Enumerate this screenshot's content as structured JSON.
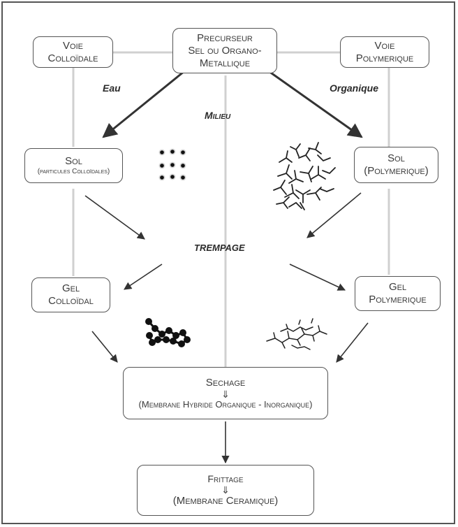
{
  "boxes": {
    "precursor": [
      "Precurseur",
      "Sel ou Organo-",
      "Metallique"
    ],
    "voie_colloidale": [
      "Voie",
      "Colloïdale"
    ],
    "voie_polymerique": [
      "Voie",
      "Polymerique"
    ],
    "sol_colloidal": [
      "Sol",
      "(particules Colloïdales)"
    ],
    "sol_polymerique": [
      "Sol",
      "(Polymerique)"
    ],
    "gel_colloidal": [
      "Gel",
      "Colloïdal"
    ],
    "gel_polymerique": [
      "Gel",
      "Polymerique"
    ],
    "sechage": [
      "Sechage",
      "⇓",
      "(Membrane Hybride Organique - Inorganique)"
    ],
    "frittage": [
      "Frittage",
      "⇓",
      "(Membrane Ceramique)"
    ]
  },
  "labels": {
    "eau": "Eau",
    "organique": "Organique",
    "milieu": "Milieu",
    "trempage": "Trempage"
  }
}
